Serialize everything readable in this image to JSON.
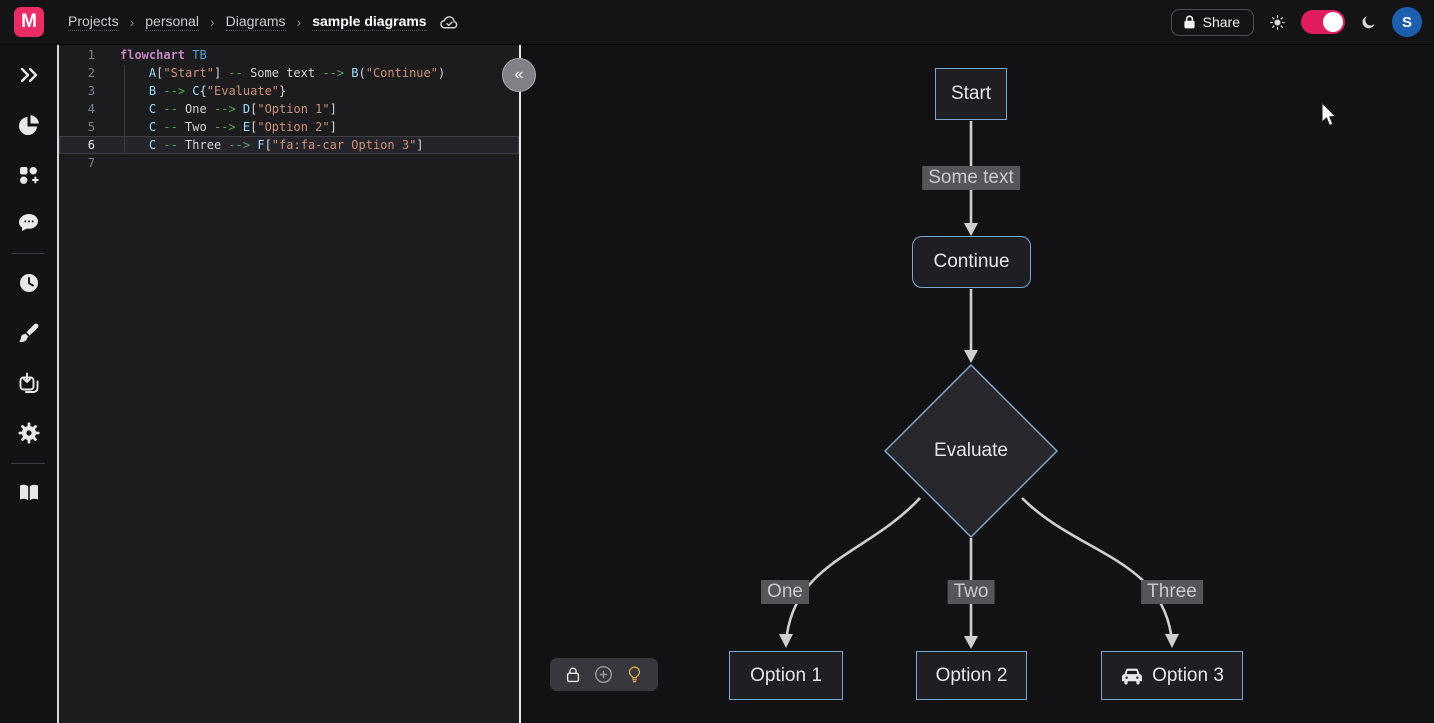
{
  "topbar": {
    "logo_letter": "M",
    "breadcrumb": [
      "Projects",
      "personal",
      "Diagrams",
      "sample diagrams"
    ],
    "separator": "›",
    "cloud_icon": "cloud-check-icon",
    "share_label": "Share",
    "avatar_initial": "S"
  },
  "sidebar": {
    "items": [
      {
        "icon": "expand-double-chevron-icon"
      },
      {
        "icon": "pie-chart-icon"
      },
      {
        "icon": "blocks-plus-icon"
      },
      {
        "icon": "chat-bubble-icon"
      },
      {
        "icon": "history-clock-icon"
      },
      {
        "icon": "paintbrush-icon"
      },
      {
        "icon": "import-save-icon"
      },
      {
        "icon": "settings-gear-icon"
      },
      {
        "icon": "documentation-book-icon"
      }
    ]
  },
  "editor": {
    "active_line": 6,
    "lines": [
      {
        "num": 1,
        "tokens": [
          {
            "t": "kw",
            "s": "flowchart"
          },
          {
            "t": "pl",
            "s": " "
          },
          {
            "t": "dir",
            "s": "TB"
          }
        ]
      },
      {
        "num": 2,
        "tokens": [
          {
            "t": "pl",
            "s": "    "
          },
          {
            "t": "id",
            "s": "A"
          },
          {
            "t": "pl",
            "s": "["
          },
          {
            "t": "str",
            "s": "\"Start\""
          },
          {
            "t": "pl",
            "s": "] "
          },
          {
            "t": "ar",
            "s": "--"
          },
          {
            "t": "pl",
            "s": " Some text "
          },
          {
            "t": "ar",
            "s": "-->"
          },
          {
            "t": "pl",
            "s": " "
          },
          {
            "t": "id",
            "s": "B"
          },
          {
            "t": "pl",
            "s": "("
          },
          {
            "t": "str",
            "s": "\"Continue\""
          },
          {
            "t": "pl",
            "s": ")"
          }
        ]
      },
      {
        "num": 3,
        "tokens": [
          {
            "t": "pl",
            "s": "    "
          },
          {
            "t": "id",
            "s": "B"
          },
          {
            "t": "pl",
            "s": " "
          },
          {
            "t": "ar",
            "s": "-->"
          },
          {
            "t": "pl",
            "s": " "
          },
          {
            "t": "id",
            "s": "C"
          },
          {
            "t": "pl",
            "s": "{"
          },
          {
            "t": "str",
            "s": "\"Evaluate\""
          },
          {
            "t": "pl",
            "s": "}"
          }
        ]
      },
      {
        "num": 4,
        "tokens": [
          {
            "t": "pl",
            "s": "    "
          },
          {
            "t": "id",
            "s": "C"
          },
          {
            "t": "pl",
            "s": " "
          },
          {
            "t": "ar",
            "s": "--"
          },
          {
            "t": "pl",
            "s": " One "
          },
          {
            "t": "ar",
            "s": "-->"
          },
          {
            "t": "pl",
            "s": " "
          },
          {
            "t": "id",
            "s": "D"
          },
          {
            "t": "pl",
            "s": "["
          },
          {
            "t": "str",
            "s": "\"Option 1\""
          },
          {
            "t": "pl",
            "s": "]"
          }
        ]
      },
      {
        "num": 5,
        "tokens": [
          {
            "t": "pl",
            "s": "    "
          },
          {
            "t": "id",
            "s": "C"
          },
          {
            "t": "pl",
            "s": " "
          },
          {
            "t": "ar",
            "s": "--"
          },
          {
            "t": "pl",
            "s": " Two "
          },
          {
            "t": "ar",
            "s": "-->"
          },
          {
            "t": "pl",
            "s": " "
          },
          {
            "t": "id",
            "s": "E"
          },
          {
            "t": "pl",
            "s": "["
          },
          {
            "t": "str",
            "s": "\"Option 2\""
          },
          {
            "t": "pl",
            "s": "]"
          }
        ]
      },
      {
        "num": 6,
        "tokens": [
          {
            "t": "pl",
            "s": "    "
          },
          {
            "t": "id",
            "s": "C"
          },
          {
            "t": "pl",
            "s": " "
          },
          {
            "t": "ar",
            "s": "--"
          },
          {
            "t": "pl",
            "s": " Three "
          },
          {
            "t": "ar",
            "s": "-->"
          },
          {
            "t": "pl",
            "s": " "
          },
          {
            "t": "id",
            "s": "F"
          },
          {
            "t": "pl",
            "s": "["
          },
          {
            "t": "str",
            "s": "\"fa:fa-car Option 3\""
          },
          {
            "t": "pl",
            "s": "]"
          }
        ]
      },
      {
        "num": 7,
        "tokens": []
      }
    ]
  },
  "diagram": {
    "nodes": {
      "start": "Start",
      "continue": "Continue",
      "evaluate": "Evaluate",
      "option1": "Option 1",
      "option2": "Option 2",
      "option3": "Option 3"
    },
    "option3_icon": "car-icon",
    "edge_labels": {
      "start_continue": "Some text",
      "evaluate_option1": "One",
      "evaluate_option2": "Two",
      "evaluate_option3": "Three"
    }
  },
  "canvas_toolbar": {
    "icons": [
      "lock-icon",
      "plus-circle-icon",
      "lightbulb-icon"
    ]
  },
  "colors": {
    "logo_pink": "#ea2c64",
    "toggle_pink": "#e11d5f",
    "avatar_blue": "#1d5fae",
    "node_border_blue": "#7ea6cf",
    "edge_gray": "#cfcfcf",
    "edge_label_bg": "#55555a",
    "lightbulb_yellow": "#e3b341",
    "keyword_purple": "#c586c0",
    "identifier_blue": "#9cdcfe",
    "string_orange": "#ce9178",
    "arrow_green": "#53a653"
  }
}
